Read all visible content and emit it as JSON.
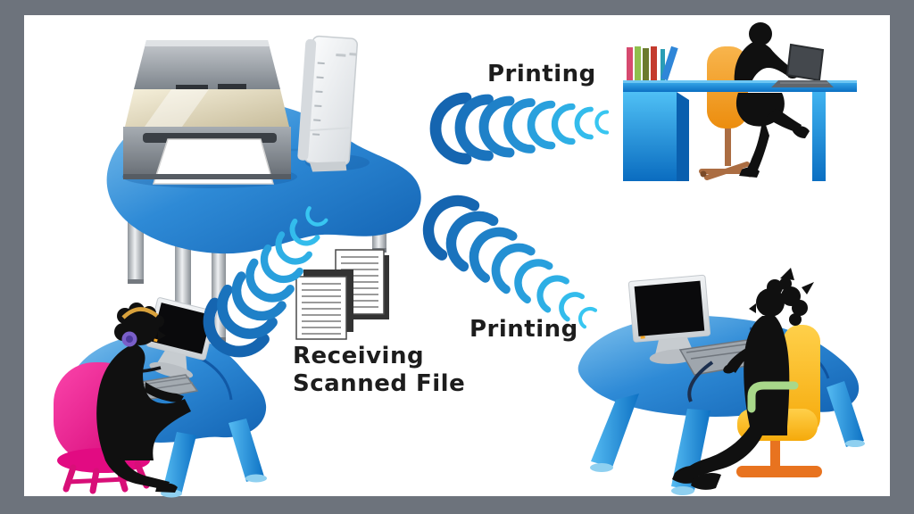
{
  "labels": {
    "printing_top": "Printing",
    "printing_bottom": "Printing",
    "receiving_line1": "Receiving",
    "receiving_line2": "Scanned File"
  },
  "palette": {
    "frame_gray": "#6d737c",
    "canvas_white": "#ffffff",
    "wave_blue_dark": "#1565b0",
    "wave_blue_light": "#38c6f1",
    "table_blue": "#1e78c8",
    "desk_blue": "#1e8fe0",
    "leg_chrome": "#b9bec3",
    "chair_pink": "#ec139a",
    "chair_orange": "#f2a437",
    "chair_yellow": "#fcb813",
    "chair_base_orange": "#e8731f",
    "armrest_green": "#a8d88a",
    "silhouette_black": "#101010",
    "headphone_cup_purple": "#7a5fc9",
    "headband_gold": "#d9a23c",
    "printer_gray": "#8f969c",
    "scanner_glass_beige": "#ded3b2",
    "router_white": "#f4f5f6",
    "document_shadow": "#333333",
    "label_text": "#1d1d1d"
  },
  "icons": {
    "printer": "printer-icon",
    "router": "wireless-router-icon",
    "waves": "wifi-signal-icon",
    "documents": "scanned-documents-icon",
    "monitor": "desktop-monitor-icon",
    "laptop": "laptop-icon",
    "keyboard": "keyboard-icon"
  }
}
